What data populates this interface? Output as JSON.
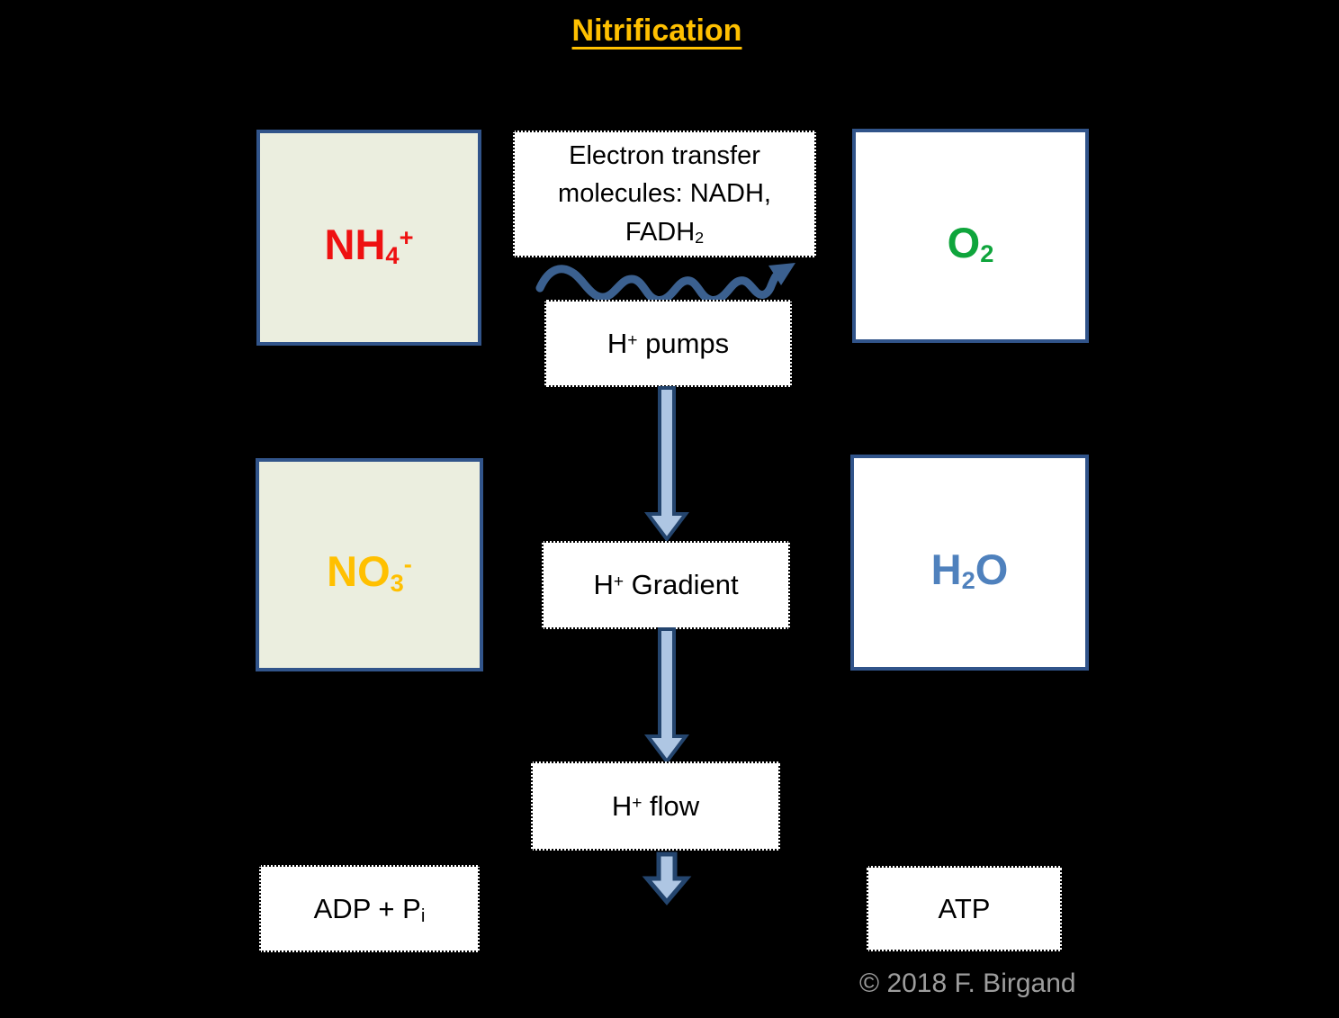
{
  "title": "Nitrification",
  "colors": {
    "background": "#000000",
    "title": "#FFC000",
    "box_border": "#31548A",
    "reactant_fill": "#EBEEDF",
    "product_fill": "#FFFFFF",
    "nh4_text": "#EE1111",
    "no3_text": "#FFC000",
    "o2_text": "#0FA53C",
    "h2o_text": "#4F81BD",
    "process_text": "#000000",
    "arrow_fill": "#AEC6E3",
    "arrow_stroke": "#24456E",
    "wavy_stroke": "#3B608F",
    "copyright": "#9D9D9D"
  },
  "molecules": {
    "nh4": {
      "base": "NH",
      "sub": "4",
      "sup": "+"
    },
    "no3": {
      "base": "NO",
      "sub": "3",
      "sup": "-"
    },
    "o2": {
      "base": "O",
      "sub": "2"
    },
    "h2o": {
      "base": "H",
      "sub": "2",
      "base2": "O"
    }
  },
  "process": {
    "electron": {
      "line1": "Electron transfer",
      "line2": "molecules: NADH,",
      "line3_base": "FADH",
      "line3_sub": "2"
    },
    "h_pumps": {
      "base": "H",
      "sup": "+",
      "rest": " pumps"
    },
    "h_gradient": {
      "base": "H",
      "sup": "+",
      "rest": " Gradient"
    },
    "h_flow": {
      "base": "H",
      "sup": "+",
      "rest": " flow"
    },
    "adp": {
      "base": "ADP + P",
      "sub": "i"
    },
    "atp": {
      "label": "ATP"
    }
  },
  "copyright": "© 2018 F. Birgand"
}
